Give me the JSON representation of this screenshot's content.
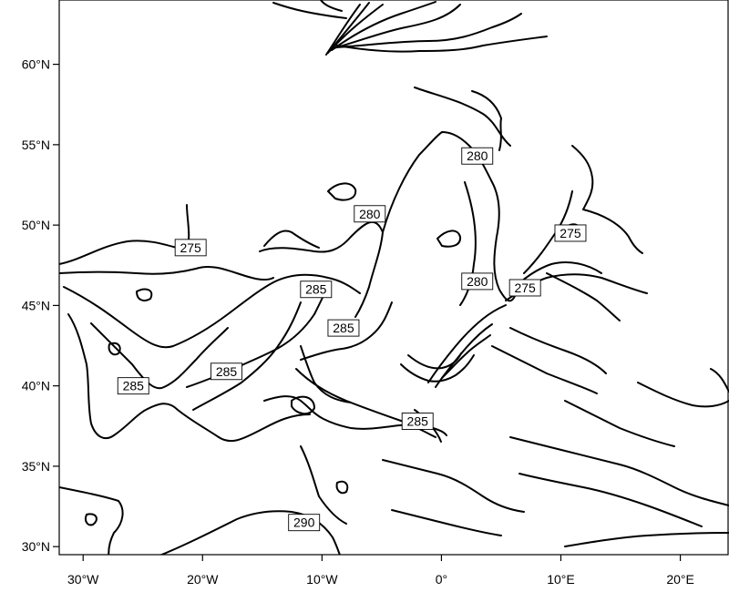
{
  "map": {
    "lat_labels": [
      "30°N",
      "35°N",
      "40°N",
      "45°N",
      "50°N",
      "55°N",
      "60°N"
    ],
    "lon_labels": [
      "30°W",
      "20°W",
      "10°W",
      "0°",
      "10°E",
      "20°E"
    ],
    "lon_range": [
      -32,
      24
    ],
    "lat_range": [
      29.5,
      64
    ],
    "contour_labels": [
      {
        "text": "275",
        "lon": -21,
        "lat": 48.6
      },
      {
        "text": "275",
        "lon": 10.8,
        "lat": 49.5
      },
      {
        "text": "275",
        "lon": 7,
        "lat": 46.1
      },
      {
        "text": "280",
        "lon": -6,
        "lat": 50.7
      },
      {
        "text": "280",
        "lon": 3,
        "lat": 54.3
      },
      {
        "text": "280",
        "lon": 3,
        "lat": 46.5
      },
      {
        "text": "285",
        "lon": -10.5,
        "lat": 46.0
      },
      {
        "text": "285",
        "lon": -8.2,
        "lat": 43.6
      },
      {
        "text": "285",
        "lon": -18,
        "lat": 40.9
      },
      {
        "text": "285",
        "lon": -25.8,
        "lat": 40.0
      },
      {
        "text": "285",
        "lon": -2,
        "lat": 37.8
      },
      {
        "text": "290",
        "lon": -11.5,
        "lat": 31.5
      }
    ]
  }
}
